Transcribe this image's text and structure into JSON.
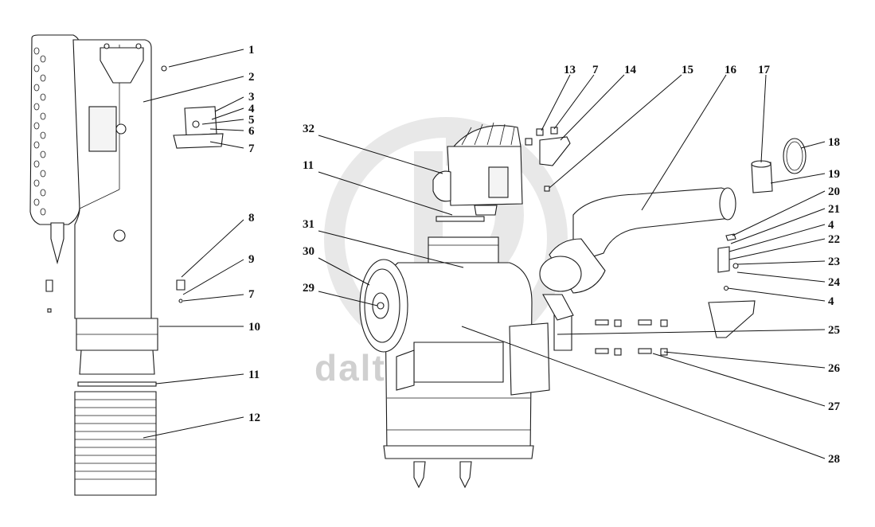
{
  "watermark": {
    "brand": "dalta-parts",
    "color": "#cfcfcf"
  },
  "colors": {
    "line": "#1a1a1a",
    "background": "#ffffff",
    "watermark": "#d0d0d0"
  },
  "callouts": [
    {
      "id": "c1",
      "label": "1"
    },
    {
      "id": "c2",
      "label": "2"
    },
    {
      "id": "c3",
      "label": "3"
    },
    {
      "id": "c4a",
      "label": "4"
    },
    {
      "id": "c5",
      "label": "5"
    },
    {
      "id": "c6",
      "label": "6"
    },
    {
      "id": "c7a",
      "label": "7"
    },
    {
      "id": "c8",
      "label": "8"
    },
    {
      "id": "c9",
      "label": "9"
    },
    {
      "id": "c7b",
      "label": "7"
    },
    {
      "id": "c10",
      "label": "10"
    },
    {
      "id": "c11a",
      "label": "11"
    },
    {
      "id": "c12",
      "label": "12"
    },
    {
      "id": "c13",
      "label": "13"
    },
    {
      "id": "c7c",
      "label": "7"
    },
    {
      "id": "c14",
      "label": "14"
    },
    {
      "id": "c15",
      "label": "15"
    },
    {
      "id": "c16",
      "label": "16"
    },
    {
      "id": "c17",
      "label": "17"
    },
    {
      "id": "c18",
      "label": "18"
    },
    {
      "id": "c19",
      "label": "19"
    },
    {
      "id": "c20",
      "label": "20"
    },
    {
      "id": "c21",
      "label": "21"
    },
    {
      "id": "c4b",
      "label": "4"
    },
    {
      "id": "c22",
      "label": "22"
    },
    {
      "id": "c23",
      "label": "23"
    },
    {
      "id": "c24",
      "label": "24"
    },
    {
      "id": "c4c",
      "label": "4"
    },
    {
      "id": "c25",
      "label": "25"
    },
    {
      "id": "c26",
      "label": "26"
    },
    {
      "id": "c27",
      "label": "27"
    },
    {
      "id": "c28",
      "label": "28"
    },
    {
      "id": "c32",
      "label": "32"
    },
    {
      "id": "c11b",
      "label": "11"
    },
    {
      "id": "c31",
      "label": "31"
    },
    {
      "id": "c30",
      "label": "30"
    },
    {
      "id": "c29",
      "label": "29"
    }
  ]
}
